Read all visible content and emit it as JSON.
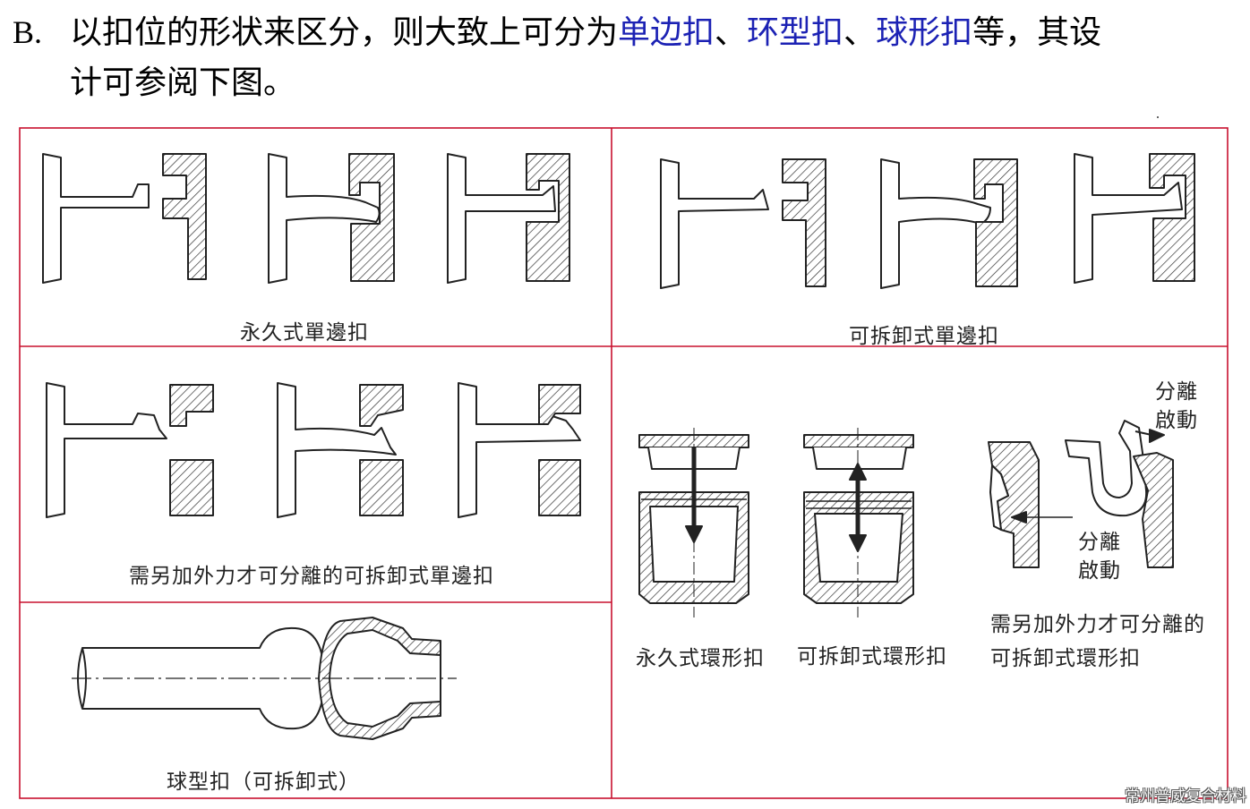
{
  "paragraph": {
    "marker": "B.",
    "text_before": "以扣位的形状来区分，则大致上可分为",
    "highlight_1": "单边扣",
    "sep_1": "、",
    "highlight_2": "环型扣",
    "sep_2": "、",
    "highlight_3": "球形扣",
    "text_after": "等，其设",
    "line2": "计可参阅下图。"
  },
  "figure": {
    "captions": {
      "permanent_single": "永久式單邊扣",
      "removable_single": "可拆卸式單邊扣",
      "force_single": "需另加外力才可分離的可拆卸式單邊扣",
      "ball": "球型扣（可拆卸式）",
      "permanent_ring": "永久式環形扣",
      "removable_ring": "可拆卸式環形扣",
      "force_ring_line1": "需另加外力才可分離的",
      "force_ring_line2": "可拆卸式環形扣",
      "sep_label_top_1": "分離",
      "sep_label_top_2": "啟動",
      "sep_label_bottom_1": "分離",
      "sep_label_bottom_2": "啟動"
    }
  },
  "watermark": "常州普威复合材料",
  "colors": {
    "highlight": "#1c22b4",
    "frame": "#c8102e",
    "line": "#222222"
  }
}
